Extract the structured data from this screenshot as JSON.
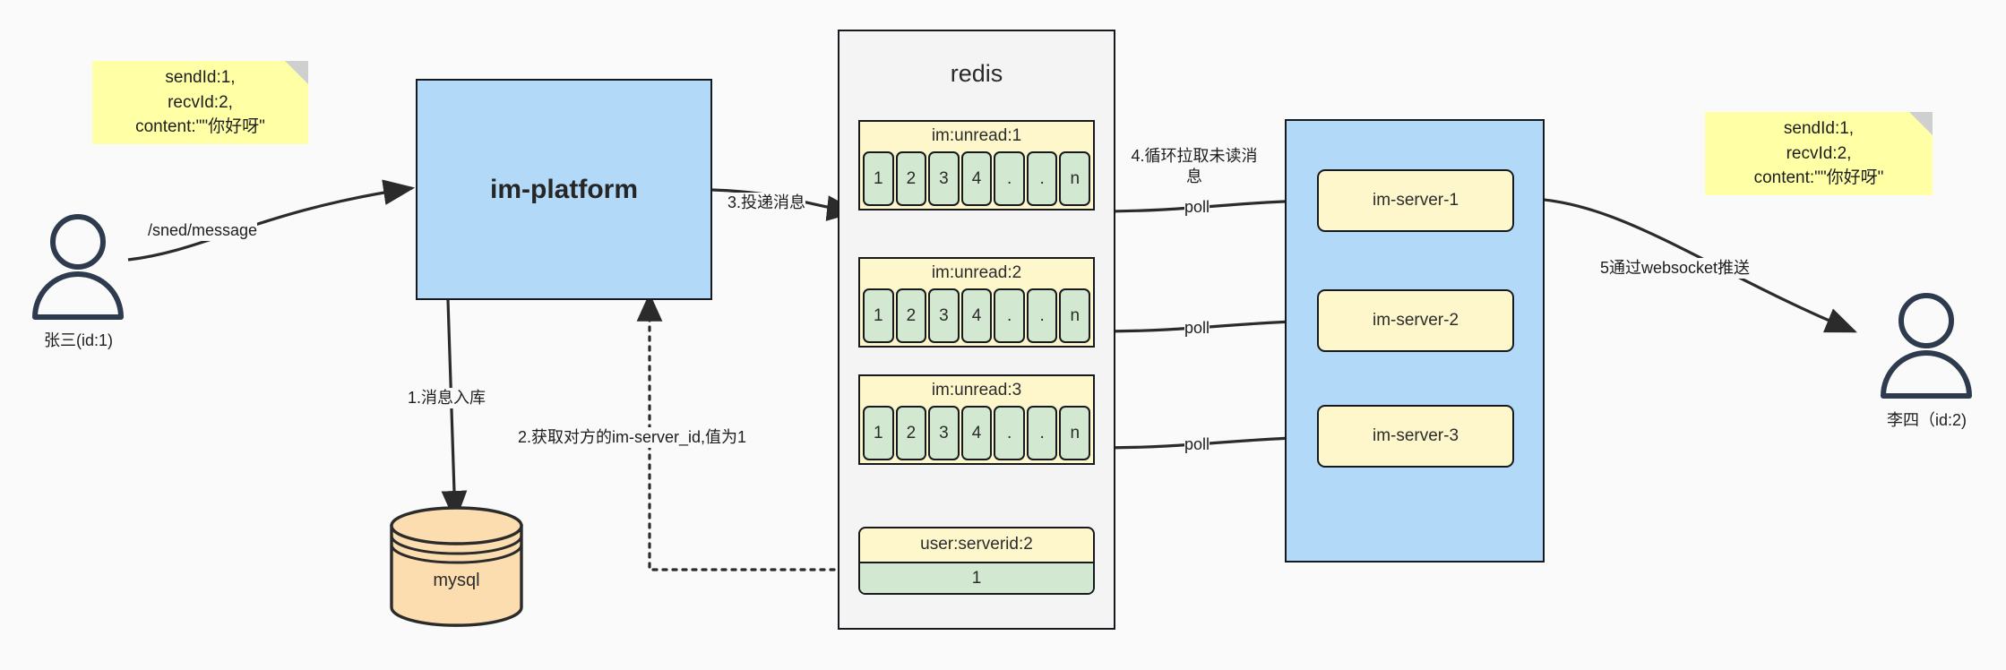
{
  "diagram": {
    "title": "IM message delivery architecture",
    "colors": {
      "background": "#fafafa",
      "note_yellow": "#ffffa6",
      "box_blue": "#b2d9f7",
      "redis_gray": "#f4f4f4",
      "key_yellow": "#fff7cc",
      "cell_green": "#d2e8d0",
      "db_orange": "#fcddb0",
      "stroke": "#16191d"
    }
  },
  "notes": {
    "left": {
      "lines": [
        "sendId:1,",
        "recvId:2,",
        "content:\"\"你好呀\""
      ]
    },
    "right": {
      "lines": [
        "sendId:1,",
        "recvId:2,",
        "content:\"\"你好呀\""
      ]
    }
  },
  "actors": {
    "sender": {
      "label": "张三(id:1)",
      "icon": "user-icon"
    },
    "receiver": {
      "label": "李四（id:2)",
      "icon": "user-icon"
    }
  },
  "platform": {
    "label": "im-platform"
  },
  "database": {
    "label": "mysql",
    "icon": "database-cylinder-icon"
  },
  "redis": {
    "title": "redis",
    "lists": [
      {
        "key": "im:unread:1",
        "cells": [
          "1",
          "2",
          "3",
          "4",
          ".",
          ".",
          "n"
        ]
      },
      {
        "key": "im:unread:2",
        "cells": [
          "1",
          "2",
          "3",
          "4",
          ".",
          ".",
          "n"
        ]
      },
      {
        "key": "im:unread:3",
        "cells": [
          "1",
          "2",
          "3",
          "4",
          ".",
          ".",
          "n"
        ]
      }
    ],
    "kv": {
      "key": "user:serverid:2",
      "value": "1"
    }
  },
  "server_cluster": {
    "nodes": [
      {
        "label": "im-server-1"
      },
      {
        "label": "im-server-2"
      },
      {
        "label": "im-server-3"
      }
    ]
  },
  "edges": {
    "send_message": "/sned/message",
    "step1": "1.消息入库",
    "step2": "2.获取对方的im-server_id,值为1",
    "step3": "3.投递消息",
    "step4": "4.循环拉取未读消息",
    "step5": "5通过websocket推送",
    "poll1": "poll",
    "poll2": "poll",
    "poll3": "poll"
  }
}
